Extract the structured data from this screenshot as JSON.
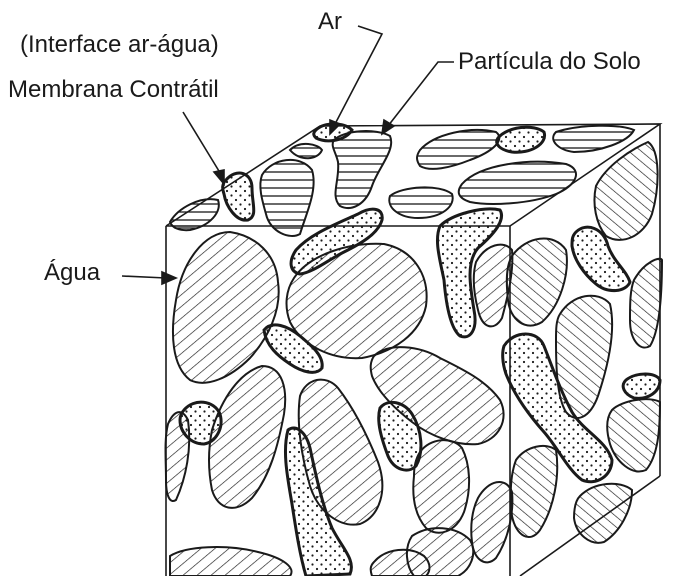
{
  "labels": {
    "interface": "(Interface ar-água)",
    "membrana": "Membrana Contrátil",
    "ar": "Ar",
    "particula": "Partícula do Solo",
    "agua": "Água"
  },
  "colors": {
    "ink": "#1a1a1a",
    "background": "#ffffff"
  },
  "elements": {
    "diagram": "soil-element-cube",
    "phases": [
      "solid-particles",
      "water",
      "air",
      "contractile-membrane"
    ]
  }
}
